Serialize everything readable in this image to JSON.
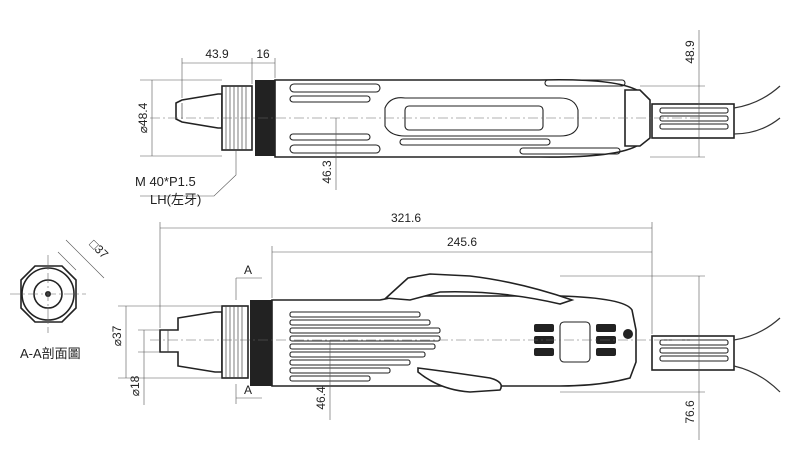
{
  "top_view": {
    "dim_nose_length": "43.9",
    "dim_collar": "16",
    "dim_height": "48.9",
    "dim_nose_diameter": "⌀48.4",
    "dim_grip_height": "46.3",
    "thread_spec_line1": "M 40*P1.5",
    "thread_spec_line2": "LH(左牙)"
  },
  "side_view": {
    "dim_total_length": "321.6",
    "dim_body_length": "245.6",
    "dim_diameter_37": "⌀37",
    "dim_diameter_18": "⌀18",
    "dim_grip_height": "46.4",
    "dim_total_height": "76.6",
    "section_mark_top": "A",
    "section_mark_bottom": "A"
  },
  "section_view": {
    "dim_square": "□37",
    "caption": "A-A剖面圖"
  }
}
